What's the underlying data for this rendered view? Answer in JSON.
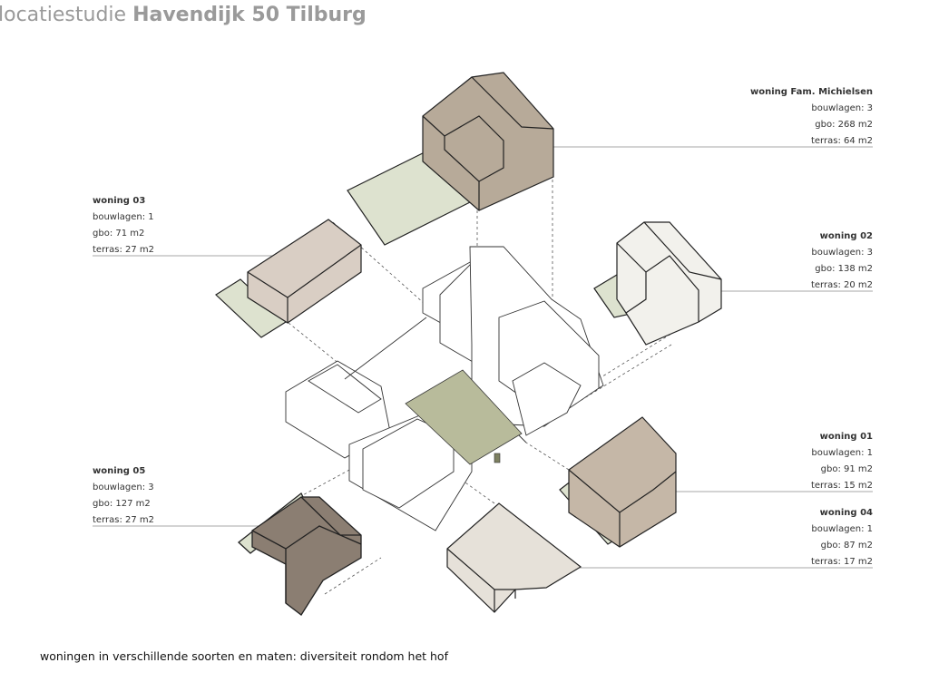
{
  "header": {
    "prefix": "locatiestudie",
    "title": "Havendijk 50 Tilburg"
  },
  "caption": "woningen in verschillende soorten en maten: diversiteit rondom het hof",
  "houses": [
    {
      "id": "michielsen",
      "title": "woning Fam. Michielsen",
      "lines": [
        "bouwlagen: 3",
        "gbo: 268 m2",
        "terras: 64 m2"
      ]
    },
    {
      "id": "w03",
      "title": "woning 03",
      "lines": [
        "bouwlagen: 1",
        "gbo: 71 m2",
        "terras: 27 m2"
      ]
    },
    {
      "id": "w02",
      "title": "woning 02",
      "lines": [
        "bouwlagen: 3",
        "gbo: 138 m2",
        "terras: 20 m2"
      ]
    },
    {
      "id": "w01",
      "title": "woning 01",
      "lines": [
        "bouwlagen: 1",
        "gbo: 91 m2",
        "terras: 15 m2"
      ]
    },
    {
      "id": "w05",
      "title": "woning 05",
      "lines": [
        "bouwlagen: 3",
        "gbo: 127 m2",
        "terras: 27 m2"
      ]
    },
    {
      "id": "w04",
      "title": "woning 04",
      "lines": [
        "bouwlagen: 1",
        "gbo: 87 m2",
        "terras: 17 m2"
      ]
    }
  ],
  "colors": {
    "michielsen": "#b7aa99",
    "w03": "#d9cec4",
    "w02": "#f2f1ec",
    "w01": "#c5b7a7",
    "w05": "#8b7e72",
    "w04": "#e6e1d9",
    "terrace": "#dde2cf",
    "courtyard": "#b8bb9b"
  }
}
